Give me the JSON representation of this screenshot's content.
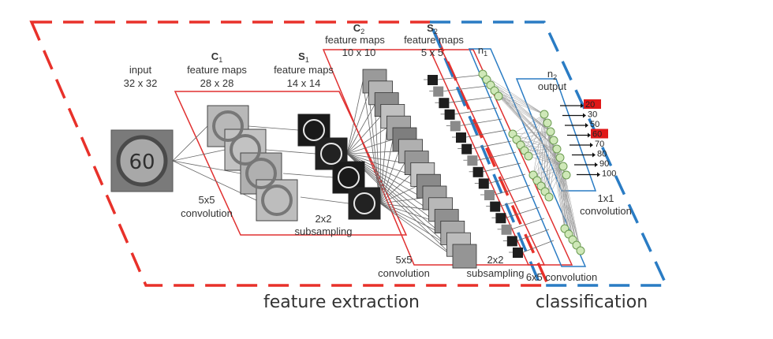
{
  "labels": {
    "input_title": "input",
    "input_size": "32 x 32",
    "c1_letter": "C",
    "c1_sub": "1",
    "c1_name": "feature maps",
    "c1_size": "28 x 28",
    "s1_letter": "S",
    "s1_sub": "1",
    "s1_name": "feature maps",
    "s1_size": "14 x 14",
    "c2_letter": "C",
    "c2_sub": "2",
    "c2_name": "feature maps",
    "c2_size": "10 x 10",
    "s2_letter": "S",
    "s2_sub": "2",
    "s2_name": "feature maps",
    "s2_size": "5 x 5",
    "n1_letter": "n",
    "n1_sub": "1",
    "n2_letter": "n",
    "n2_sub": "2",
    "output_label": "output",
    "conv1_size": "5x5",
    "conv1_name": "convolution",
    "sub1_size": "2x2",
    "sub1_name": "subsampling",
    "conv2_size": "5x5",
    "conv2_name": "convolution",
    "sub2_size": "2x2",
    "sub2_name": "subsampling",
    "conv3_name": "6x5 convolution",
    "conv4_size": "1x1",
    "conv4_name": "convolution",
    "feature_extraction": "feature extraction",
    "classification": "classification"
  },
  "sign_value": "60",
  "outputs": [
    "20",
    "30",
    "50",
    "60",
    "70",
    "80",
    "90",
    "100"
  ],
  "highlighted_outputs": [
    "20",
    "60"
  ],
  "colors": {
    "feature_extraction_border": "#e8312a",
    "classification_border": "#2a7cc4",
    "layer_box": "#e03030",
    "neuron_fill": "#cfe8b8",
    "neuron_stroke": "#6a9a50",
    "highlight": "#e01818"
  }
}
